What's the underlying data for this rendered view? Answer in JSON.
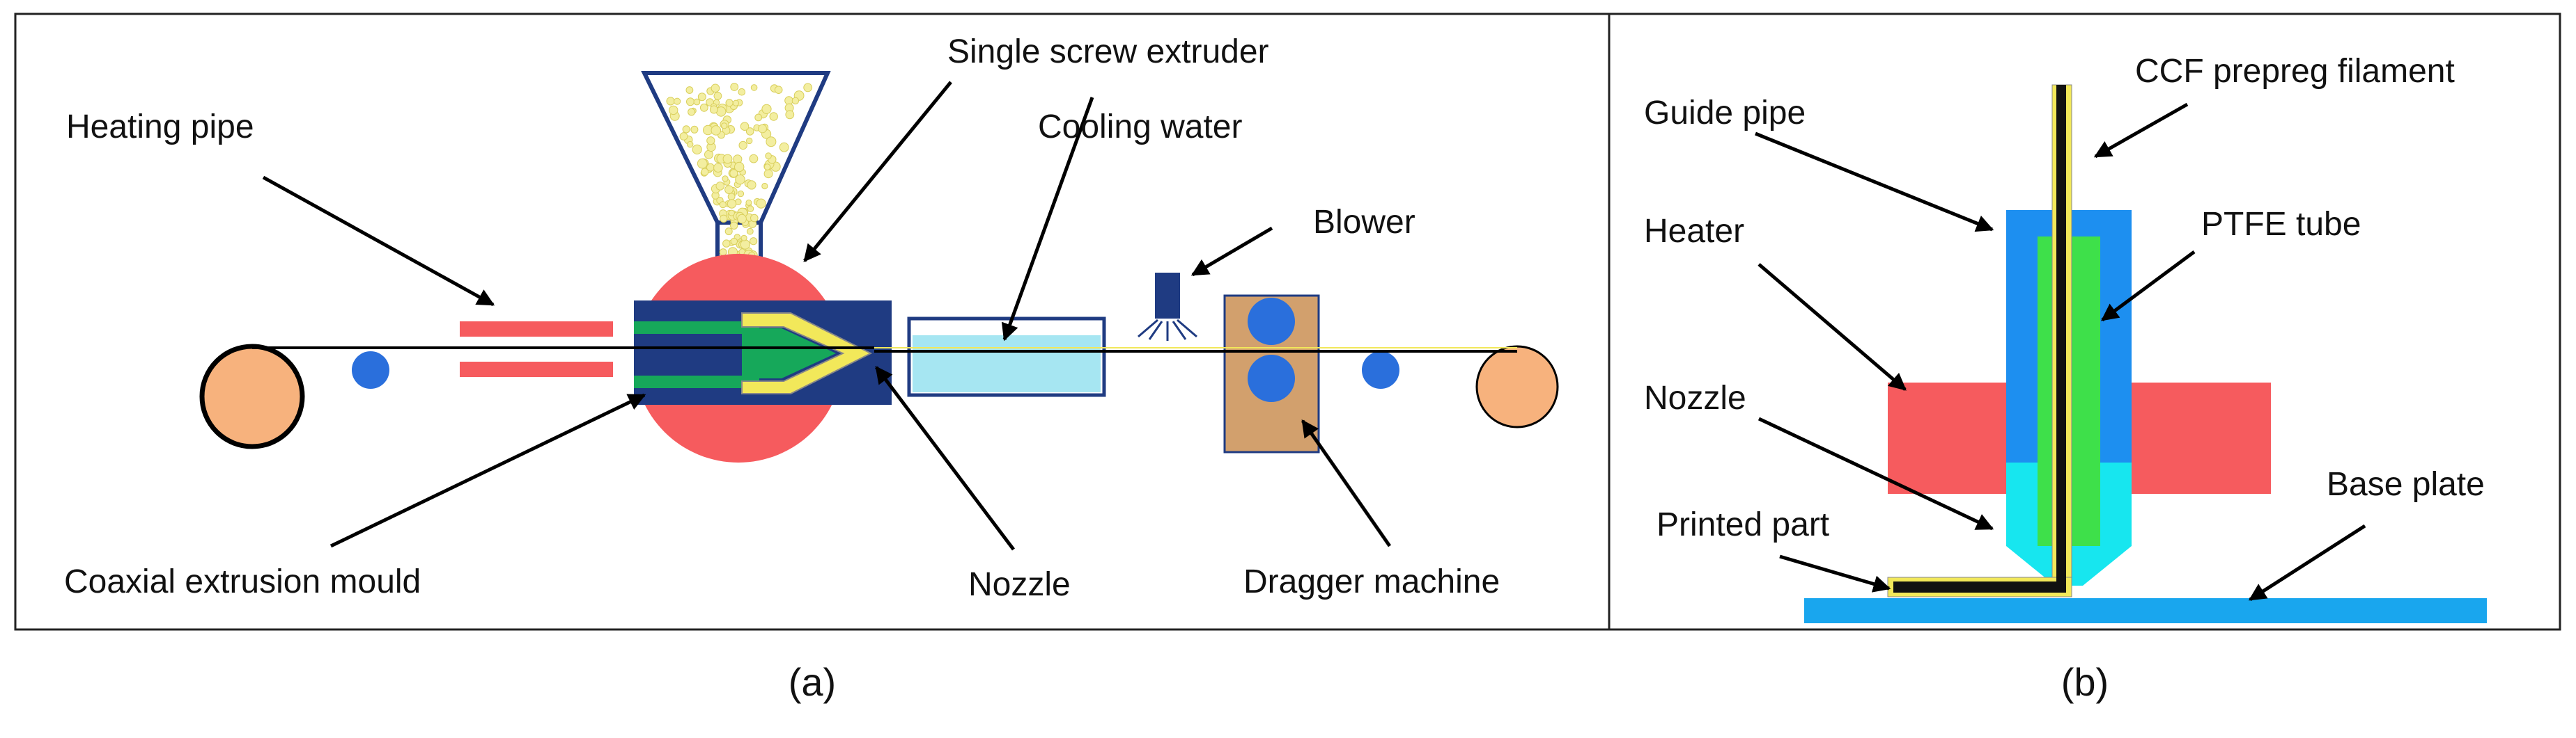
{
  "panel_a": {
    "caption": "(a)",
    "labels": {
      "single_screw_extruder": "Single screw extruder",
      "heating_pipe": "Heating pipe",
      "cooling_water": "Cooling water",
      "blower": "Blower",
      "coaxial_extrusion_mould": "Coaxial extrusion mould",
      "nozzle": "Nozzle",
      "dragger_machine": "Dragger machine"
    }
  },
  "panel_b": {
    "caption": "(b)",
    "labels": {
      "ccf_prepreg_filament": "CCF prepreg filament",
      "guide_pipe": "Guide pipe",
      "heater": "Heater",
      "ptfe_tube": "PTFE tube",
      "nozzle": "Nozzle",
      "base_plate": "Base plate",
      "printed_part": "Printed part"
    }
  },
  "colors": {
    "heater_red": "#f65b5e",
    "mould_navy": "#1f3b82",
    "mould_green": "#16a85a",
    "yellow": "#f2e85a",
    "water_cyan": "#a6e6f2",
    "roller_blue": "#2a6fdc",
    "spool_orange": "#f7b27d",
    "dragger_tan": "#d2a06d",
    "guide_blue": "#1d8ff0",
    "nozzle_cyan": "#17e6ef",
    "ptfe_green": "#3ee04a",
    "base_blue": "#19a6ee",
    "pellet": "#f3eea0"
  }
}
